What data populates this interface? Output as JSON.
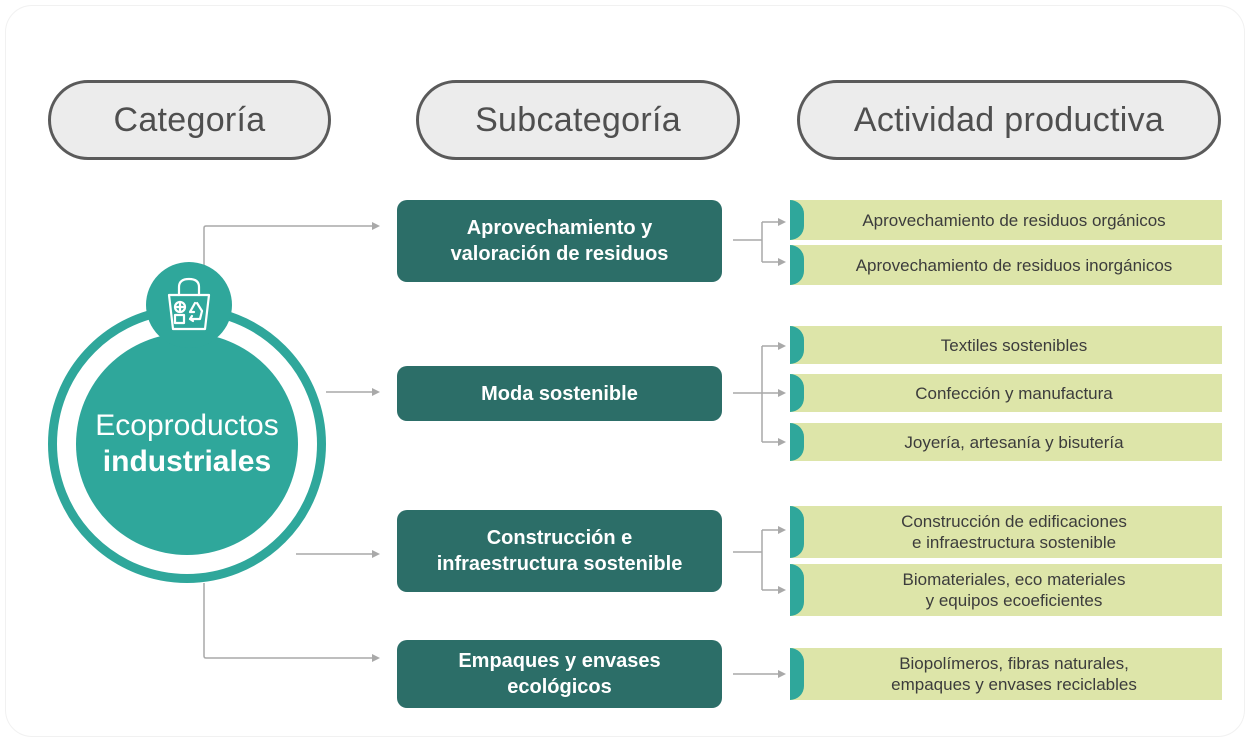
{
  "headers": {
    "category": "Categoría",
    "subcategory": "Subcategoría",
    "activity": "Actividad productiva"
  },
  "category": {
    "line1": "Ecoproductos",
    "line2": "industriales",
    "icon": "recycle-bag-icon"
  },
  "subcategories": [
    {
      "lines": [
        "Aprovechamiento y",
        "valoración de residuos"
      ]
    },
    {
      "lines": [
        "Moda sostenible"
      ]
    },
    {
      "lines": [
        "Construcción e",
        "infraestructura sostenible"
      ]
    },
    {
      "lines": [
        "Empaques y envases",
        "ecológicos"
      ]
    }
  ],
  "activities": [
    {
      "lines": [
        "Aprovechamiento de residuos orgánicos"
      ]
    },
    {
      "lines": [
        "Aprovechamiento de residuos inorgánicos"
      ]
    },
    {
      "lines": [
        "Textiles sostenibles"
      ]
    },
    {
      "lines": [
        "Confección y manufactura"
      ]
    },
    {
      "lines": [
        "Joyería, artesanía y bisutería"
      ]
    },
    {
      "lines": [
        "Construcción de edificaciones",
        "e infraestructura sostenible"
      ]
    },
    {
      "lines": [
        "Biomateriales, eco materiales",
        "y equipos ecoeficientes"
      ]
    },
    {
      "lines": [
        "Biopolímeros, fibras naturales,",
        "empaques y envases reciclables"
      ]
    }
  ],
  "colors": {
    "dark_teal": "#2c6e68",
    "teal": "#2fa79b",
    "light_green": "#dde5a9",
    "header_bg": "#ececec"
  }
}
